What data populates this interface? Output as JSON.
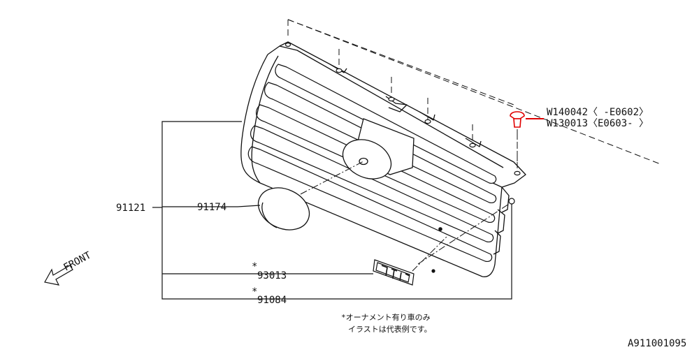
{
  "parts": {
    "assembly": "91121",
    "emblem_front": "91174",
    "ornament_star": "*",
    "ornament": "93013",
    "grille_star": "*",
    "grille_sub": "91084",
    "clip_old": "W140042〈   -E0602〉",
    "clip_new": "W130013〈E0603-   〉"
  },
  "direction": "FRONT",
  "note": {
    "line1": "*オーナメント有り車のみ",
    "line2": "イラストは代表例です。"
  },
  "diagram_id": "A911001095",
  "colors": {
    "line": "#111111",
    "highlight": "#e00000"
  }
}
